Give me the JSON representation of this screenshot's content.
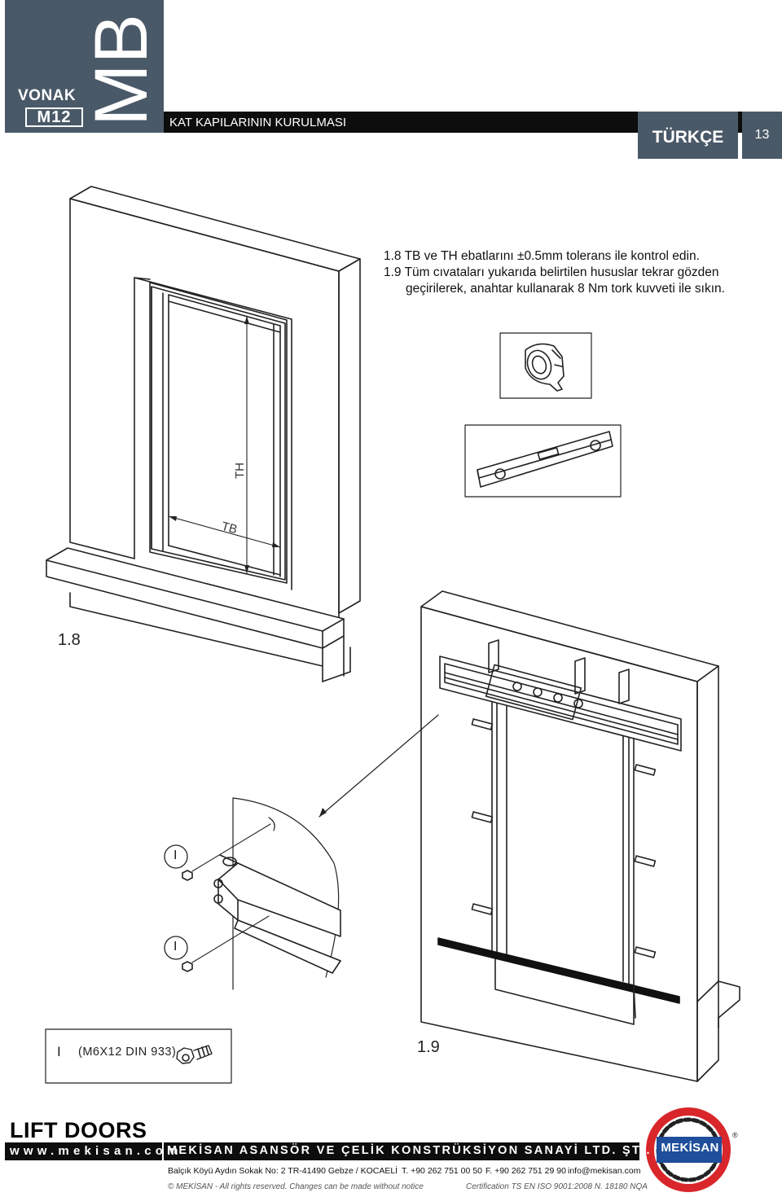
{
  "header": {
    "brand": "VONAK",
    "model": "M12",
    "product_code": "MB",
    "section_title": "KAT KAPILARININ KURULMASI",
    "language": "TÜRKÇE",
    "page_number": "13"
  },
  "instructions": {
    "step_1_8": "1.8 TB ve TH ebatlarını ±0.5mm tolerans ile kontrol edin.",
    "step_1_9_line1": "1.9 Tüm cıvataları yukarıda belirtilen hususlar tekrar gözden",
    "step_1_9_line2": "geçirilerek, anahtar kullanarak 8 Nm tork kuvveti ile sıkın."
  },
  "figures": {
    "fig_1_8_label": "1.8",
    "fig_1_9_label": "1.9",
    "dim_th": "TH",
    "dim_tb": "TB",
    "bolt_spec": "(M6X12 DIN 933)",
    "callout_mark_1": "I",
    "callout_mark_2": "I",
    "bolt_box_mark": "I"
  },
  "footer": {
    "title": "LIFT DOORS",
    "website": "www.mekisan.com",
    "company": "MEKİSAN ASANSÖR VE ÇELİK KONSTRÜKSİYON SANAYİ LTD. ŞTİ.",
    "address": "Balçık Köyü Aydın Sokak No: 2 TR-41490 Gebze / KOCAELİ",
    "phone": "T. +90 262 751 00 50",
    "fax": "F. +90 262 751 29 90",
    "email": "info@mekisan.com",
    "copyright": "© MEKİSAN - All rights reserved. Changes can be made without notice",
    "certification": "Certification TS EN ISO 9001:2008 N. 18180 NQA",
    "logo_text": "MEKİSAN"
  },
  "colors": {
    "header_slate": "#4a5968",
    "bar_black": "#0d0d0d",
    "logo_red": "#d9262a",
    "logo_blue": "#1f4e9a"
  }
}
